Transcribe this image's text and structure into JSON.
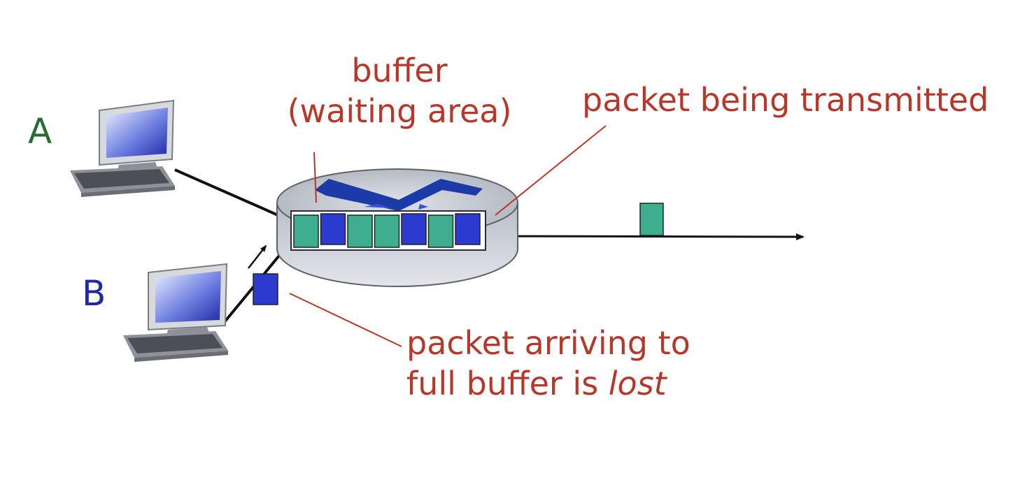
{
  "hosts": {
    "a": {
      "label": "A",
      "color": "#2a6b32"
    },
    "b": {
      "label": "B",
      "color": "#1f2aa0"
    }
  },
  "annotations": {
    "buffer": {
      "line1": "buffer",
      "line2": "(waiting area)"
    },
    "transmitting": {
      "text": "packet being transmitted"
    },
    "lost": {
      "line1": "packet arriving to",
      "line2_prefix": "full buffer is ",
      "line2_emphasis": "lost"
    }
  },
  "buffer_queue": [
    "green",
    "blue",
    "green",
    "green",
    "blue",
    "green",
    "blue"
  ],
  "colors": {
    "annotation": "#b5382a",
    "packet_green": "#3fae8f",
    "packet_blue": "#2c3ad0",
    "router_body": "#c9ccd3",
    "router_arrow": "#1c3aa8",
    "link": "#111111"
  }
}
